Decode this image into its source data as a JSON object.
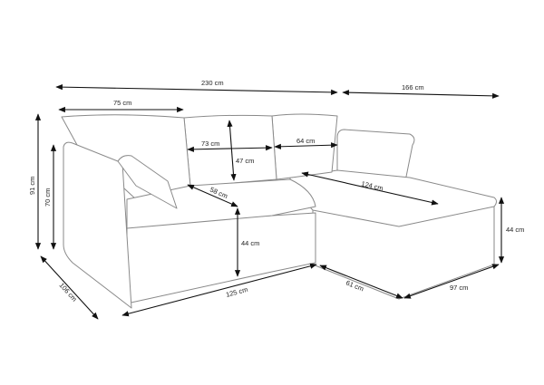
{
  "dimensions": {
    "total_width": "230 cm",
    "chaise_width": "166 cm",
    "armchair_width": "75 cm",
    "seat_width": "73 cm",
    "cushion_width": "64 cm",
    "backrest_height": "47 cm",
    "total_height": "91 cm",
    "armrest_height": "70 cm",
    "seat_depth": "58 cm",
    "chaise_depth_inner": "124 cm",
    "seat_height": "44 cm",
    "chaise_height": "44 cm",
    "side_depth": "106 cm",
    "front_width": "125 cm",
    "chaise_front": "61 cm",
    "chaise_end": "97 cm"
  }
}
